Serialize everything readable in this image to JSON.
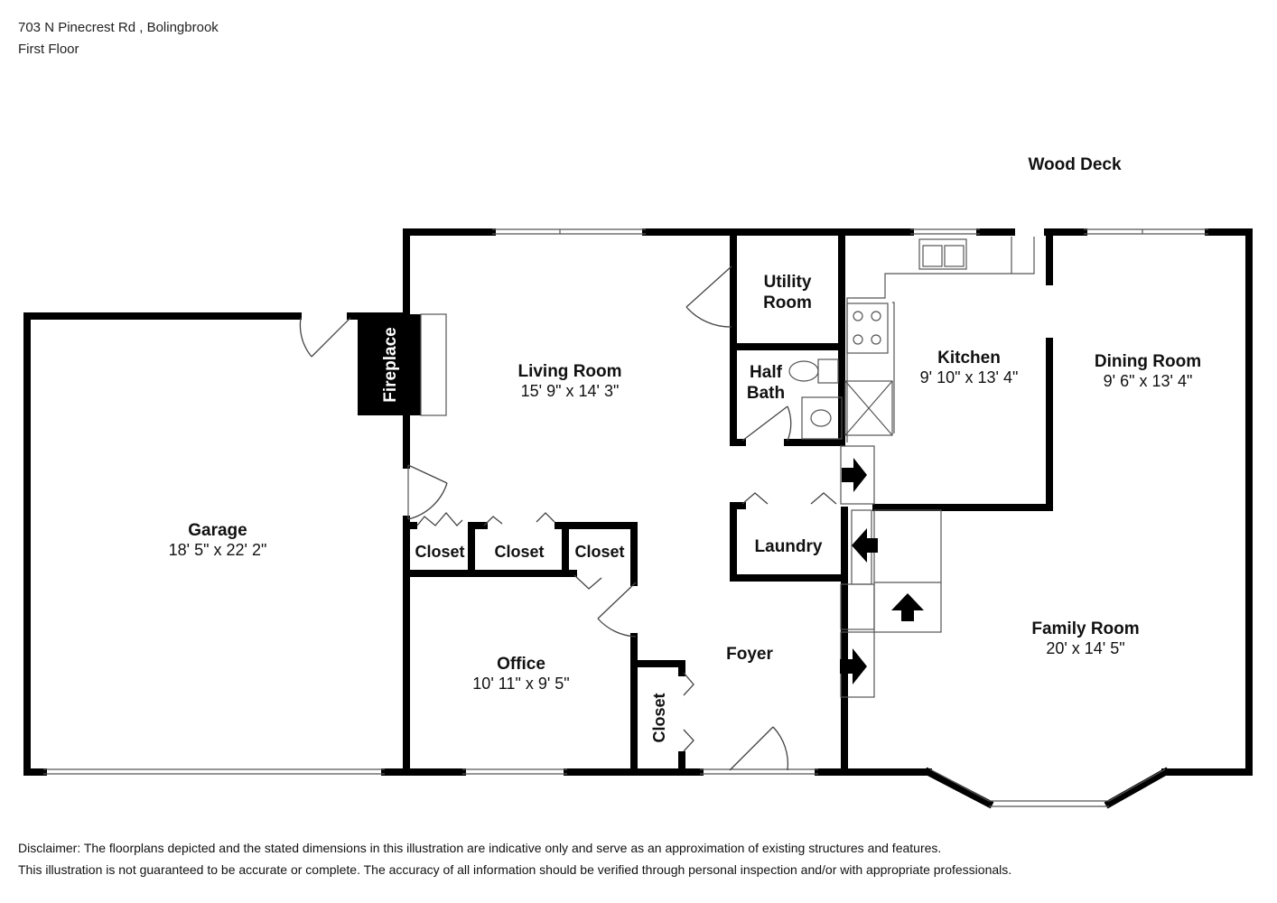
{
  "header": {
    "address": "703 N Pinecrest Rd , Bolingbrook",
    "floor": "First Floor"
  },
  "rooms": {
    "garage": {
      "name": "Garage",
      "dims": "18' 5\" x 22' 2\""
    },
    "living_room": {
      "name": "Living Room",
      "dims": "15' 9\" x 14' 3\""
    },
    "office": {
      "name": "Office",
      "dims": "10' 11\" x 9' 5\""
    },
    "kitchen": {
      "name": "Kitchen",
      "dims": "9' 10\" x 13' 4\""
    },
    "dining_room": {
      "name": "Dining Room",
      "dims": "9' 6\" x 13' 4\""
    },
    "family_room": {
      "name": "Family Room",
      "dims": "20' x 14' 5\""
    },
    "foyer": {
      "name": "Foyer"
    },
    "laundry": {
      "name": "Laundry"
    },
    "utility_room": {
      "line1": "Utility",
      "line2": "Room"
    },
    "half_bath": {
      "line1": "Half",
      "line2": "Bath"
    },
    "closet_label": "Closet",
    "fireplace": "Fireplace",
    "wood_deck": "Wood Deck"
  },
  "colors": {
    "wall": "#000000",
    "fixture": "#555555"
  },
  "disclaimer": {
    "line1": "Disclaimer: The floorplans depicted and the stated dimensions in this illustration are indicative only and serve as an approximation of existing structures and features.",
    "line2": "This illustration is not guaranteed to be accurate or complete. The accuracy of all information should be verified through personal inspection and/or with appropriate professionals."
  }
}
